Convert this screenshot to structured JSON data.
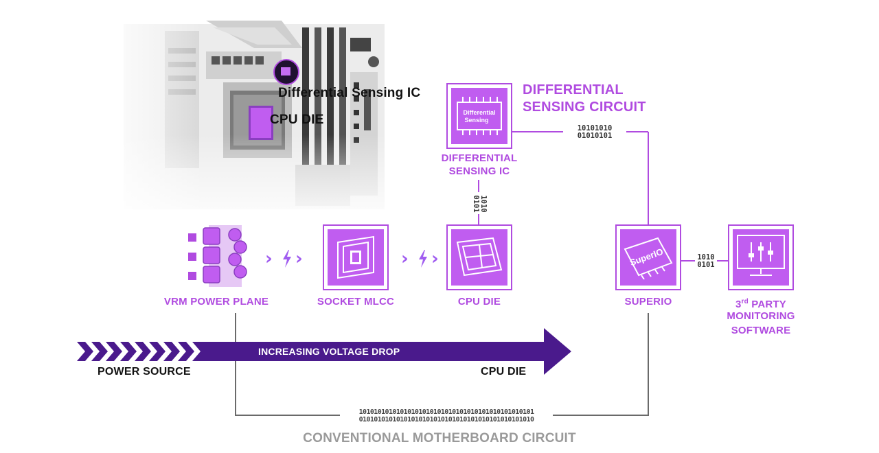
{
  "board": {
    "callout_ic": "Differential Sensing IC",
    "callout_die": "CPU DIE"
  },
  "circuit": {
    "title_line1": "DIFFERENTIAL",
    "title_line2": "SENSING CIRCUIT",
    "chip_label_line1": "Differential",
    "chip_label_line2": "Sensing",
    "superio_chip_text": "SuperIO"
  },
  "nodes": {
    "diff_ic_line1": "DIFFERENTIAL",
    "diff_ic_line2": "SENSING IC",
    "vrm": "VRM POWER PLANE",
    "socket": "SOCKET MLCC",
    "cpu": "CPU DIE",
    "superio": "SUPERIO",
    "monitor_line1_prefix": "3",
    "monitor_line1_sup": "rd",
    "monitor_line1_suffix": " PARTY",
    "monitor_line2": "MONITORING",
    "monitor_line3": "SOFTWARE"
  },
  "binary": {
    "top_line1": "10101010",
    "top_line2": "01010101",
    "vertical_line1": "1010",
    "vertical_line2": "0101",
    "right_line1": "1010",
    "right_line2": "0101",
    "bottom_line1": "10101010101010101010101010101010101010101010101",
    "bottom_line2": "01010101010101010101010101010101010101010101010"
  },
  "arrow": {
    "label": "INCREASING VOLTAGE DROP",
    "start": "POWER SOURCE",
    "end": "CPU DIE"
  },
  "footer": {
    "conventional": "CONVENTIONAL MOTHERBOARD CIRCUIT"
  },
  "colors": {
    "accent": "#b04be0",
    "arrow": "#4a1a8c",
    "line": "#6a6a6a"
  }
}
